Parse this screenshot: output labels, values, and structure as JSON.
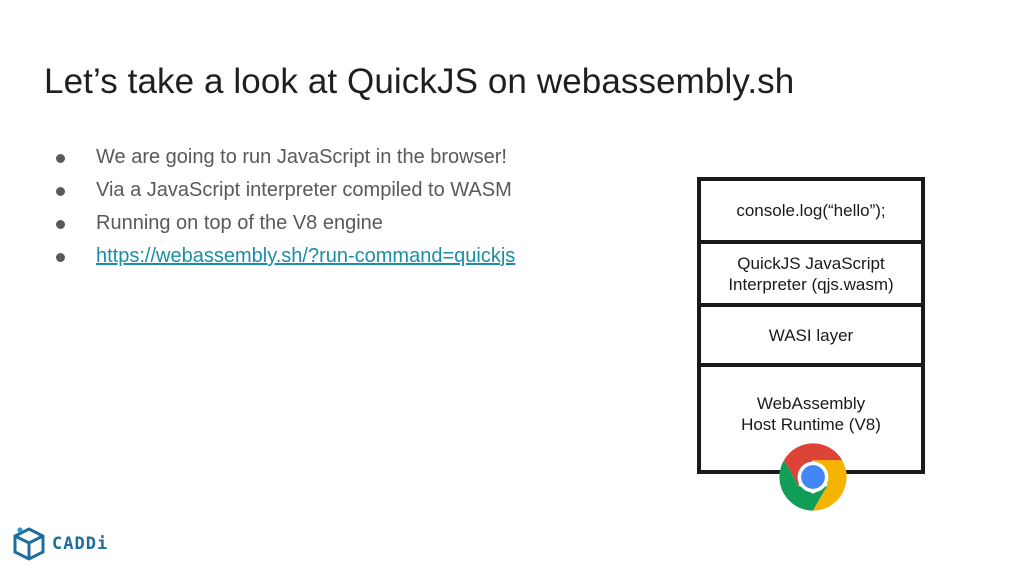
{
  "slide": {
    "title": "Let’s take a look at QuickJS on webassembly.sh",
    "bullets": [
      "We are going to run JavaScript in the browser!",
      "Via a JavaScript interpreter compiled to WASM",
      "Running on top of the V8 engine"
    ],
    "link": "https://webassembly.sh/?run-command=quickjs"
  },
  "diagram": {
    "layers": [
      {
        "line1": "console.log(“hello”);",
        "line2": ""
      },
      {
        "line1": "QuickJS JavaScript",
        "line2": "Interpreter (qjs.wasm)"
      },
      {
        "line1": "WASI layer",
        "line2": ""
      },
      {
        "line1": "WebAssembly",
        "line2": "Host Runtime (V8)"
      }
    ],
    "browser_icon": "chrome-icon"
  },
  "branding": {
    "logo_text": "CADDi",
    "logo_icon": "cube-logo-icon",
    "accent_color": "#1f6c9e",
    "link_color": "#1a8ea8"
  }
}
